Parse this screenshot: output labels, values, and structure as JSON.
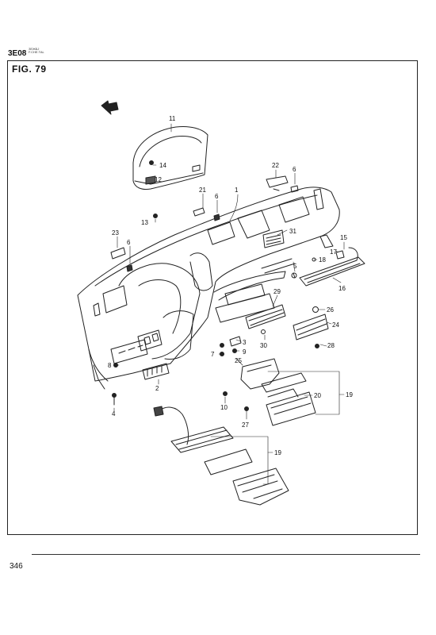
{
  "header": {
    "section_code": "3E08",
    "section_subtitle_line1": "ЗЕЖБЈ",
    "section_subtitle_line2": "F.CHE.TAL",
    "figure_label": "FIG. 79"
  },
  "footer": {
    "page_number": "346"
  },
  "callouts": [
    {
      "id": "c11",
      "label": "11"
    },
    {
      "id": "c14",
      "label": "14"
    },
    {
      "id": "c12",
      "label": "12"
    },
    {
      "id": "c22",
      "label": "22"
    },
    {
      "id": "c6a",
      "label": "6"
    },
    {
      "id": "c21",
      "label": "21"
    },
    {
      "id": "c6b",
      "label": "6"
    },
    {
      "id": "c1",
      "label": "1"
    },
    {
      "id": "c13",
      "label": "13"
    },
    {
      "id": "c23",
      "label": "23"
    },
    {
      "id": "c6c",
      "label": "6"
    },
    {
      "id": "c31",
      "label": "31"
    },
    {
      "id": "c15",
      "label": "15"
    },
    {
      "id": "c17",
      "label": "17"
    },
    {
      "id": "c18",
      "label": "18"
    },
    {
      "id": "c5",
      "label": "5"
    },
    {
      "id": "c16",
      "label": "16"
    },
    {
      "id": "c29",
      "label": "29"
    },
    {
      "id": "c26",
      "label": "26"
    },
    {
      "id": "c24",
      "label": "24"
    },
    {
      "id": "c30",
      "label": "30"
    },
    {
      "id": "c28",
      "label": "28"
    },
    {
      "id": "c3",
      "label": "3"
    },
    {
      "id": "c7",
      "label": "7"
    },
    {
      "id": "c9",
      "label": "9"
    },
    {
      "id": "c25",
      "label": "25"
    },
    {
      "id": "c8",
      "label": "8"
    },
    {
      "id": "c2",
      "label": "2"
    },
    {
      "id": "c20",
      "label": "20"
    },
    {
      "id": "c19a",
      "label": "19"
    },
    {
      "id": "c10",
      "label": "10"
    },
    {
      "id": "c4",
      "label": "4"
    },
    {
      "id": "c27",
      "label": "27"
    },
    {
      "id": "c19b",
      "label": "19"
    }
  ]
}
